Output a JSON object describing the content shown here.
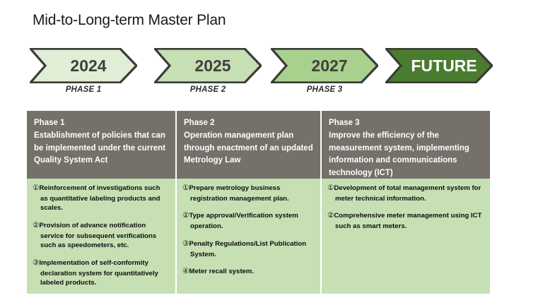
{
  "title": "Mid-to-Long-term Master Plan",
  "colors": {
    "chevron_1_fill": "#dfeed4",
    "chevron_2_fill": "#c6e0b4",
    "chevron_3_fill": "#a9d18e",
    "chevron_4_fill": "#4a7c2f",
    "chevron_outline": "#3a3a38",
    "header_bg": "#757069",
    "body_bg": "#c6e0b4",
    "title_text": "#1a1a1a"
  },
  "timeline": {
    "phases": [
      {
        "year": "2024",
        "caption": "PHASE 1",
        "fill": "#dfeed4",
        "text_light": false
      },
      {
        "year": "2025",
        "caption": "PHASE 2",
        "fill": "#c6e0b4",
        "text_light": false
      },
      {
        "year": "2027",
        "caption": "PHASE 3",
        "fill": "#a9d18e",
        "text_light": false
      },
      {
        "year": "FUTURE",
        "caption": "",
        "fill": "#4a7c2f",
        "text_light": true
      }
    ]
  },
  "table": {
    "columns": [
      {
        "header_title": "Phase 1",
        "header_desc": "Establishment of policies that can be implemented under the current Quality System Act",
        "items": [
          {
            "num": "①",
            "text": "Reinforcement of investigations such as quantitative labeling products and scales."
          },
          {
            "num": "②",
            "text": "Provision of advance notification service for subsequent verifications such as speedometers, etc."
          },
          {
            "num": "③",
            "text": "Implementation of self-conformity declaration system for quantitatively labeled products."
          }
        ]
      },
      {
        "header_title": "Phase 2",
        "header_desc": "Operation management plan through enactment of an updated Metrology Law",
        "items": [
          {
            "num": "①",
            "text": "Prepare metrology business registration management plan."
          },
          {
            "num": "②",
            "text": "Type approval/Verification system operation."
          },
          {
            "num": "③",
            "text": "Penalty Regulations/List Publication System."
          },
          {
            "num": "④",
            "text": "Meter recall system."
          }
        ]
      },
      {
        "header_title": "Phase 3",
        "header_desc": "Improve the efficiency of the measurement system, implementing information and communications technology (ICT)",
        "items": [
          {
            "num": "①",
            "text": "Development of total management system for meter technical information."
          },
          {
            "num": "②",
            "text": "Comprehensive meter management using ICT such as smart meters."
          }
        ]
      }
    ]
  }
}
